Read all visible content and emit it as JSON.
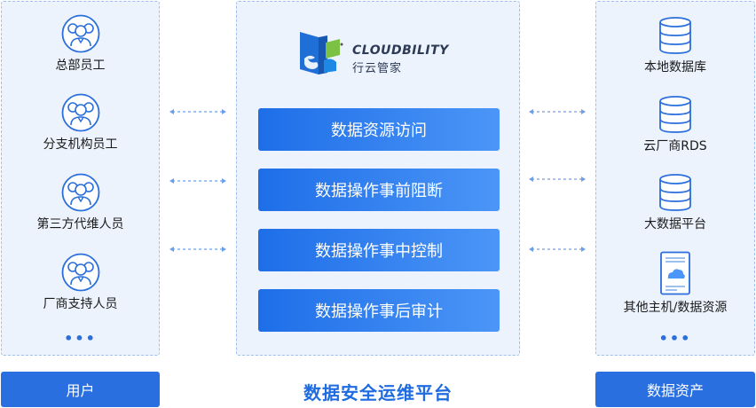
{
  "users": {
    "items": [
      {
        "label": "总部员工",
        "icon": "user-group-icon"
      },
      {
        "label": "分支机构员工",
        "icon": "user-group-icon"
      },
      {
        "label": "第三方代维人员",
        "icon": "user-group-icon"
      },
      {
        "label": "厂商支持人员",
        "icon": "user-group-icon"
      }
    ],
    "more": "•••",
    "caption": "用户"
  },
  "platform": {
    "brand_en": "CLOUDBILITY",
    "brand_cn": "行云管家",
    "functions": [
      "数据资源访问",
      "数据操作事前阻断",
      "数据操作事中控制",
      "数据操作事后审计"
    ],
    "caption": "数据安全运维平台"
  },
  "assets": {
    "items": [
      {
        "label": "本地数据库",
        "icon": "database-icon"
      },
      {
        "label": "云厂商RDS",
        "icon": "database-icon"
      },
      {
        "label": "大数据平台",
        "icon": "database-icon"
      },
      {
        "label": "其他主机/数据资源",
        "icon": "server-icon"
      }
    ],
    "more": "•••",
    "caption": "数据资产"
  },
  "colors": {
    "accent": "#2a6fe0",
    "panel_bg": "#ecf3fd",
    "panel_border": "#9cc1ee",
    "icon_stroke": "#2a6fdb"
  }
}
